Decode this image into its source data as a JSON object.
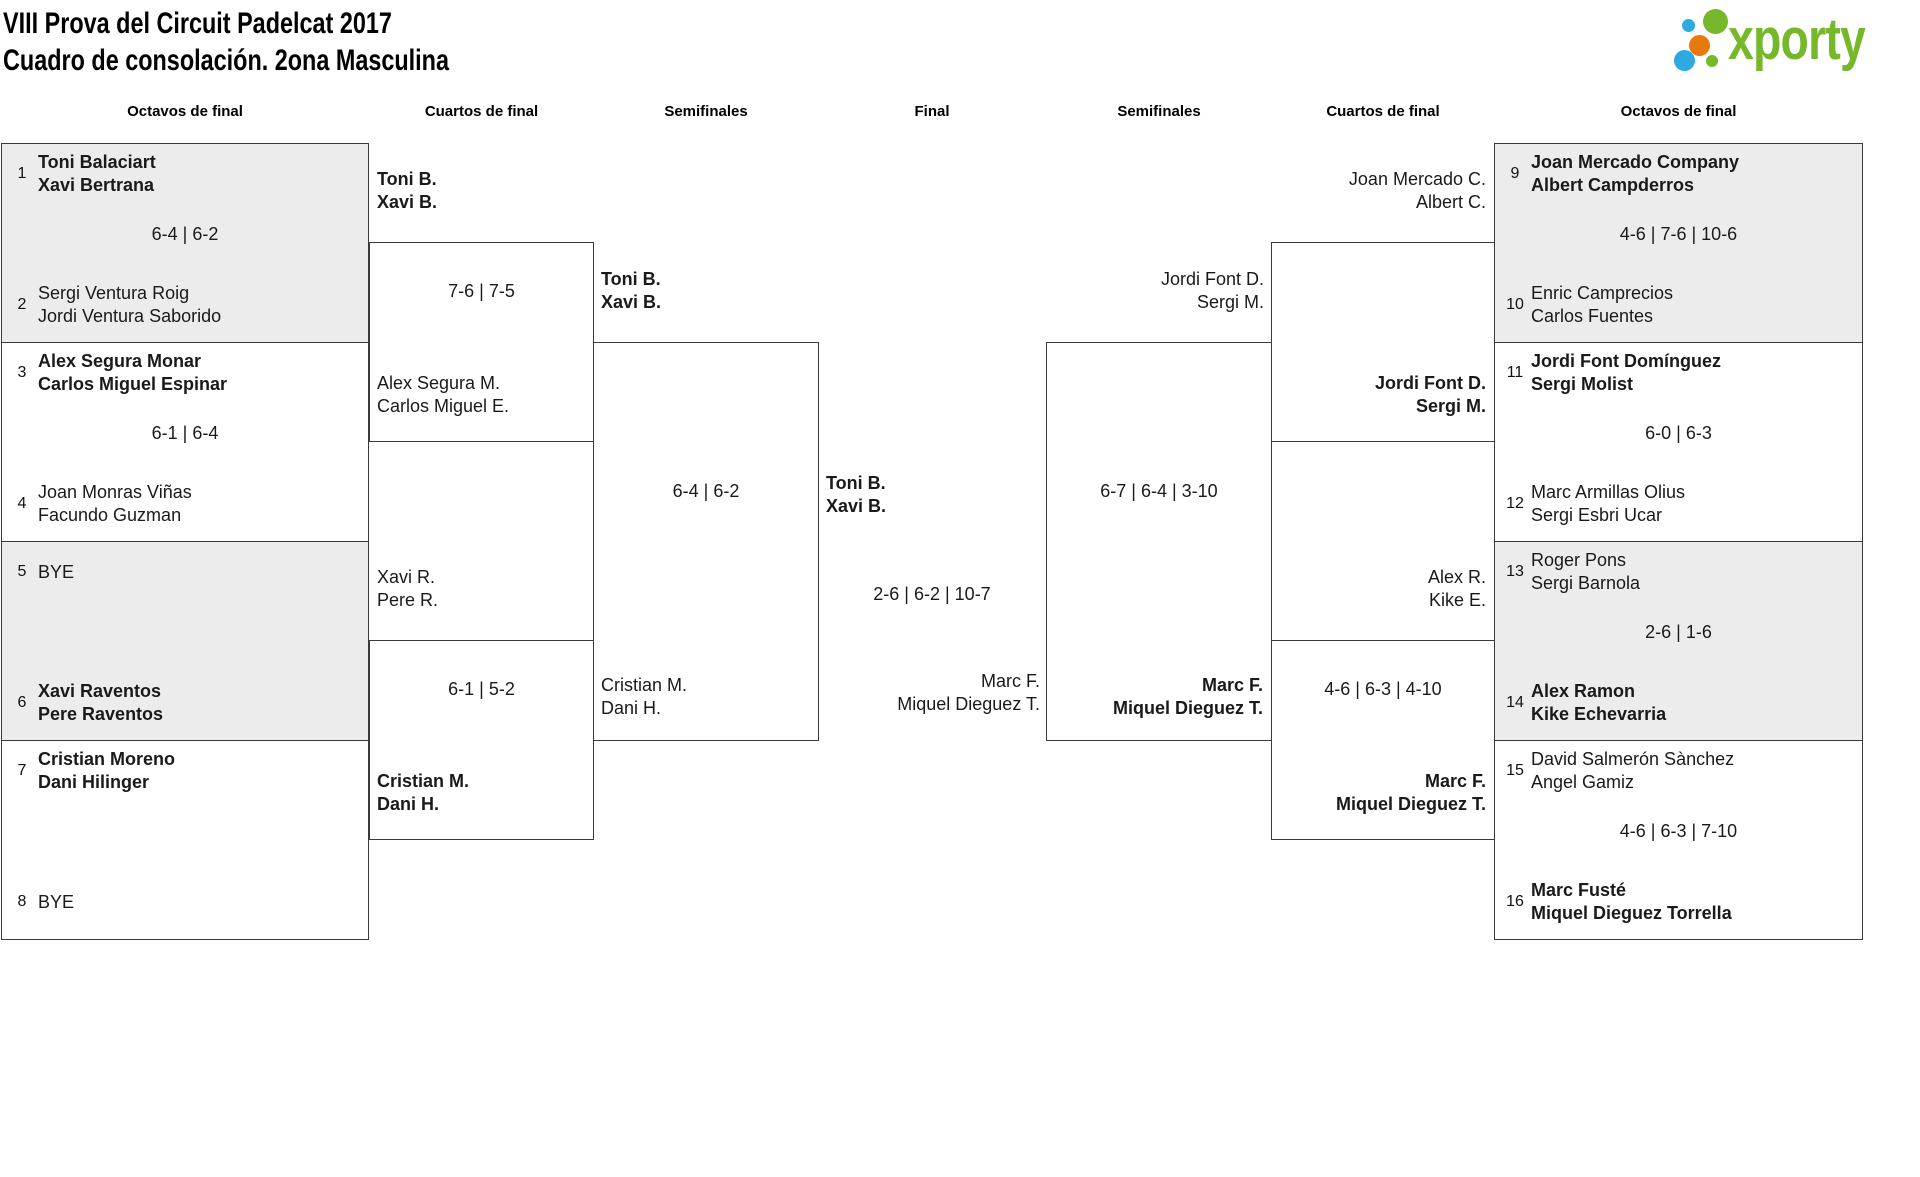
{
  "title": {
    "line1": "VIII Prova del Circuit Padelcat 2017",
    "line2": "Cuadro de consolación. 2ona Masculina"
  },
  "logo": {
    "text": "xporty",
    "green": "#76b82a",
    "blue": "#2caae1",
    "orange": "#e8790f"
  },
  "rounds": [
    "Octavos de final",
    "Cuartos de final",
    "Semifinales",
    "Final",
    "Semifinales",
    "Cuartos de final",
    "Octavos de final"
  ],
  "octavos_left": [
    {
      "seed_a": "1",
      "a1": "Toni Balaciart",
      "a2": "Xavi Bertrana",
      "score": "6-4 | 6-2",
      "seed_b": "2",
      "b1": "Sergi Ventura Roig",
      "b2": "Jordi Ventura Saborido"
    },
    {
      "seed_a": "3",
      "a1": "Alex Segura Monar",
      "a2": "Carlos Miguel Espinar",
      "score": "6-1 | 6-4",
      "seed_b": "4",
      "b1": "Joan Monras Viñas",
      "b2": "Facundo Guzman"
    },
    {
      "seed_a": "5",
      "a1": "BYE",
      "a2": "",
      "score": "",
      "seed_b": "6",
      "b1": "Xavi Raventos",
      "b2": "Pere Raventos"
    },
    {
      "seed_a": "7",
      "a1": "Cristian Moreno",
      "a2": "Dani Hilinger",
      "score": "",
      "seed_b": "8",
      "b1": "BYE",
      "b2": ""
    }
  ],
  "cuartos_left": [
    {
      "above1": "Toni B.",
      "above2": "Xavi B.",
      "score": "7-6 | 7-5",
      "in1": "Alex Segura M.",
      "in2": "Carlos Miguel E."
    },
    {
      "above1": "Xavi R.",
      "above2": "Pere R.",
      "score": "6-1 | 5-2",
      "in1": "Cristian M.",
      "in2": "Dani H."
    }
  ],
  "semis_left": {
    "above1": "Toni B.",
    "above2": "Xavi B.",
    "score": "6-4 | 6-2",
    "in1": "Cristian M.",
    "in2": "Dani H."
  },
  "final": {
    "winner1": "Toni B.",
    "winner2": "Xavi B.",
    "score": "2-6 | 6-2 | 10-7",
    "runnerup1": "Marc F.",
    "runnerup2": "Miquel Dieguez T."
  },
  "semis_right": {
    "above1": "Jordi Font D.",
    "above2": "Sergi M.",
    "score": "6-7 | 6-4 | 3-10",
    "in1": "Marc F.",
    "in2": "Miquel Dieguez T."
  },
  "cuartos_right": [
    {
      "above1": "Joan Mercado C.",
      "above2": "Albert C.",
      "score": "",
      "in1": "Jordi Font D.",
      "in2": "Sergi M."
    },
    {
      "above1": "Alex R.",
      "above2": "Kike E.",
      "score": "4-6 | 6-3 | 4-10",
      "in1": "Marc F.",
      "in2": "Miquel Dieguez T."
    }
  ],
  "octavos_right": [
    {
      "seed_a": "9",
      "a1": "Joan Mercado Company",
      "a2": "Albert Campderros",
      "score": "4-6 | 7-6 | 10-6",
      "seed_b": "10",
      "b1": "Enric Camprecios",
      "b2": "Carlos Fuentes"
    },
    {
      "seed_a": "11",
      "a1": "Jordi Font Domínguez",
      "a2": "Sergi Molist",
      "score": "6-0 | 6-3",
      "seed_b": "12",
      "b1": "Marc Armillas Olius",
      "b2": "Sergi Esbri Ucar"
    },
    {
      "seed_a": "13",
      "a1": "Roger Pons",
      "a2": "Sergi Barnola",
      "score": "2-6 | 1-6",
      "seed_b": "14",
      "b1": "Alex Ramon",
      "b2": "Kike Echevarria"
    },
    {
      "seed_a": "15",
      "a1": "David Salmerón Sànchez",
      "a2": "Angel Gamiz",
      "score": "4-6 | 6-3 | 7-10",
      "seed_b": "16",
      "b1": "Marc Fusté",
      "b2": "Miquel Dieguez Torrella"
    }
  ]
}
